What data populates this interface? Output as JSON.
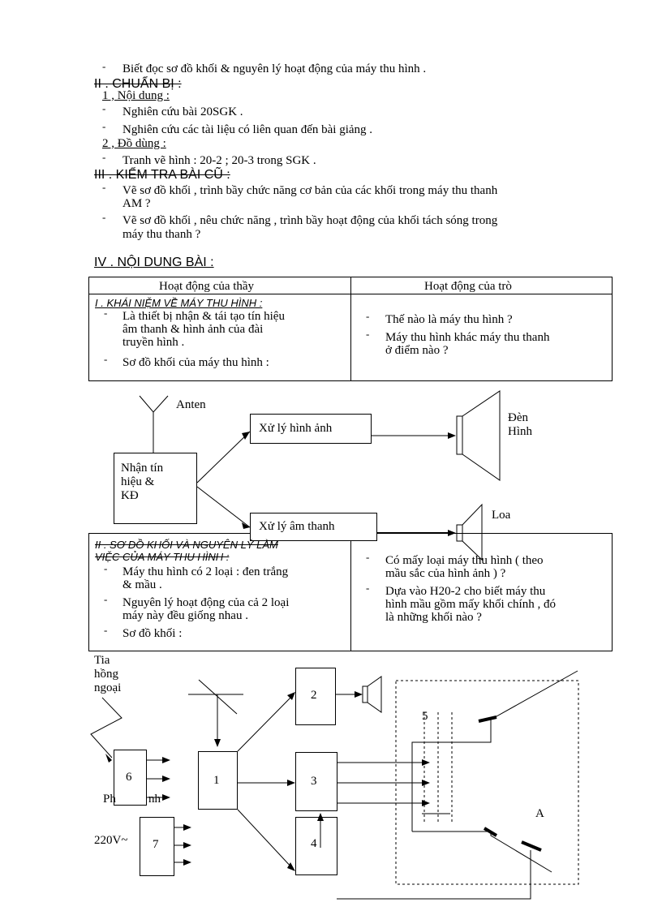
{
  "intro": {
    "item": "Biết đọc  sơ đồ khối & nguyên lý hoạt động của máy thu hình ."
  },
  "section2": {
    "heading": "II . CHUẨN BỊ :",
    "sub1": "1 , Nội dung :",
    "items1": [
      "Nghiên cứu bài 20SGK .",
      "Nghiên cứu các tài liệu có liên quan đến bài giảng ."
    ],
    "sub2": "2 , Đồ dùng :",
    "items2": [
      "Tranh vẽ hình : 20-2 ; 20-3 trong SGK ."
    ]
  },
  "section3": {
    "heading": "III . KIỂM TRA BÀI CŨ :",
    "item1_line1": "Vẽ sơ đồ khối , trình bầy chức năng cơ bản của các khối trong máy thu thanh",
    "item1_line2": "AM ?",
    "item2_line1": "Vẽ sơ đồ khối , nêu chức năng , trình bầy hoạt động của khối tách sóng trong",
    "item2_line2": "máy thu thanh ?"
  },
  "section4": {
    "heading": "IV . NỘI DUNG BÀI :"
  },
  "table1": {
    "col1_header": "Hoạt động của thầy",
    "col2_header": "Hoạt động của trò",
    "left_title": "I . KHÁI NIỆM VỀ MÁY THU HÌNH :",
    "left_item1_lines": [
      "Là thiết bị nhận & tái tạo tín hiệu",
      "âm thanh & hình ảnh của đài",
      "truyền hình ."
    ],
    "left_item2": "Sơ đồ khối của máy thu hình :",
    "right_item1": "Thế nào là máy thu hình ?",
    "right_item2_lines": [
      "Máy thu hình khác máy thu thanh",
      "ở điểm nào ?"
    ]
  },
  "diagram1": {
    "antenna": "Anten",
    "receiver_lines": [
      "Nhận tín",
      "hiệu &",
      "KĐ"
    ],
    "image_block": "Xử lý hình ảnh",
    "sound_block": "Xử lý âm thanh",
    "tube_lines": [
      "Đèn",
      "Hình"
    ],
    "speaker": "Loa"
  },
  "table2": {
    "left_title_line1": "II . SƠ ĐỒ KHỐI VÀ NGUYÊN LÝ LÀM",
    "left_title_line2": "VIỆC CỦA MÁY THU HÌNH :",
    "left_item1_lines": [
      "Máy thu hình có 2 loại : đen trắng",
      "& mầu ."
    ],
    "left_item2_lines": [
      "Nguyên  lý hoạt động của cả 2 loại",
      "máy này đều giống nhau ."
    ],
    "left_item3": "Sơ đồ khối :",
    "right_item1_lines": [
      "Có mấy loại máy thu hình ( theo",
      "mầu sắc của hình ảnh ) ?"
    ],
    "right_item2_lines": [
      "Dựa vào H20-2 cho biết máy thu",
      "hình mầu gồm mấy khối chính , đó",
      "là những khối nào ?"
    ]
  },
  "diagram2": {
    "ir_lines": [
      "Tia",
      "hồng",
      "ngoại"
    ],
    "block1": "1",
    "block2": "2",
    "block3": "3",
    "block4": "4",
    "block5": "5",
    "block6": "6",
    "block7": "7",
    "voltage": "220V~",
    "label_a": "A",
    "label_ph": "Ph",
    "label_nh": "nh"
  }
}
